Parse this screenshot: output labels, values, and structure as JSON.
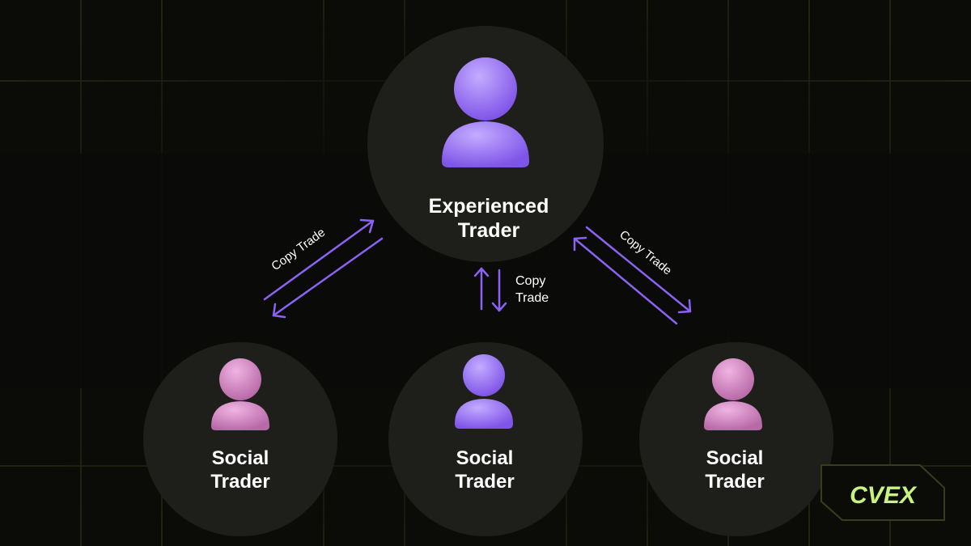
{
  "nodes": {
    "top": {
      "line1": "Experienced",
      "line2": "Trader"
    },
    "left": {
      "line1": "Social",
      "line2": "Trader"
    },
    "center": {
      "line1": "Social",
      "line2": "Trader"
    },
    "right": {
      "line1": "Social",
      "line2": "Trader"
    }
  },
  "edges": {
    "left": "Copy Trade",
    "center_line1": "Copy",
    "center_line2": "Trade",
    "right": "Copy Trade"
  },
  "logo": "CVEX",
  "colors": {
    "arrow": "#8b62f2",
    "logo": "#c9f37f",
    "purple_person": "#9d7cf0",
    "pink_person": "#d58fc8"
  }
}
